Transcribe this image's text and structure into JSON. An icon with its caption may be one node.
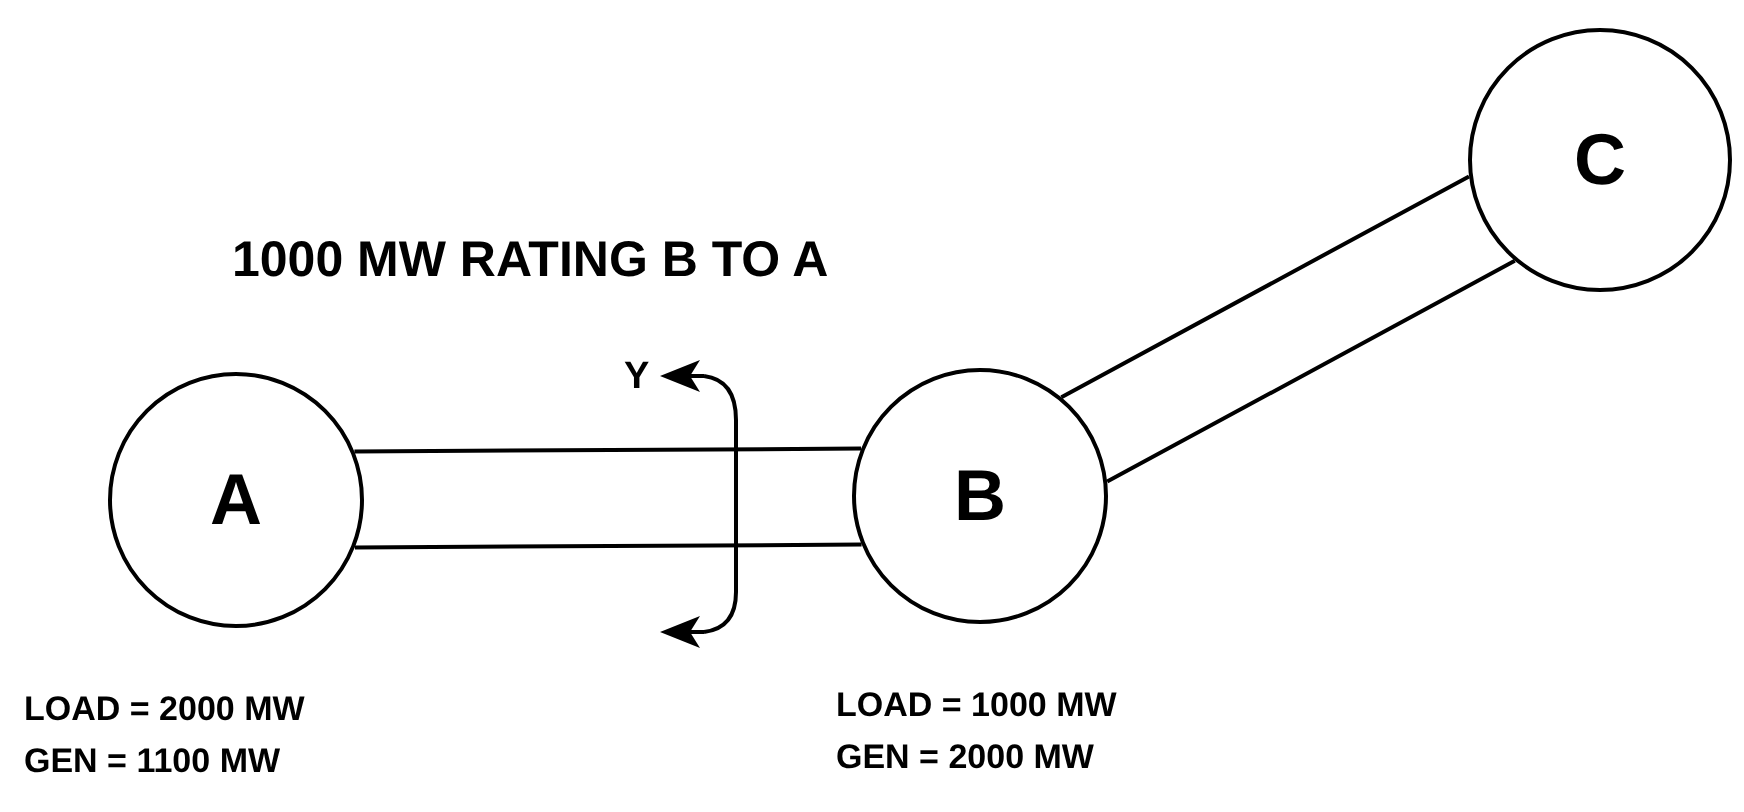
{
  "diagram": {
    "title": "1000 MW RATING B TO A",
    "nodes": [
      {
        "text": [
          "A"
        ],
        "beside": [
          "LOAD = 2000 MW",
          "GEN = 1100 MW"
        ]
      },
      {
        "text": [
          "B"
        ],
        "beside": [
          "LOAD = 1000 MW",
          "GEN = 2000 MW"
        ]
      },
      {
        "text": [
          "C"
        ]
      }
    ],
    "edges": [
      {
        "from": 0,
        "to": 1,
        "arrow": "none"
      },
      {
        "from": 1,
        "to": 2,
        "arrow": "none"
      }
    ],
    "labels": [
      "Y"
    ]
  }
}
